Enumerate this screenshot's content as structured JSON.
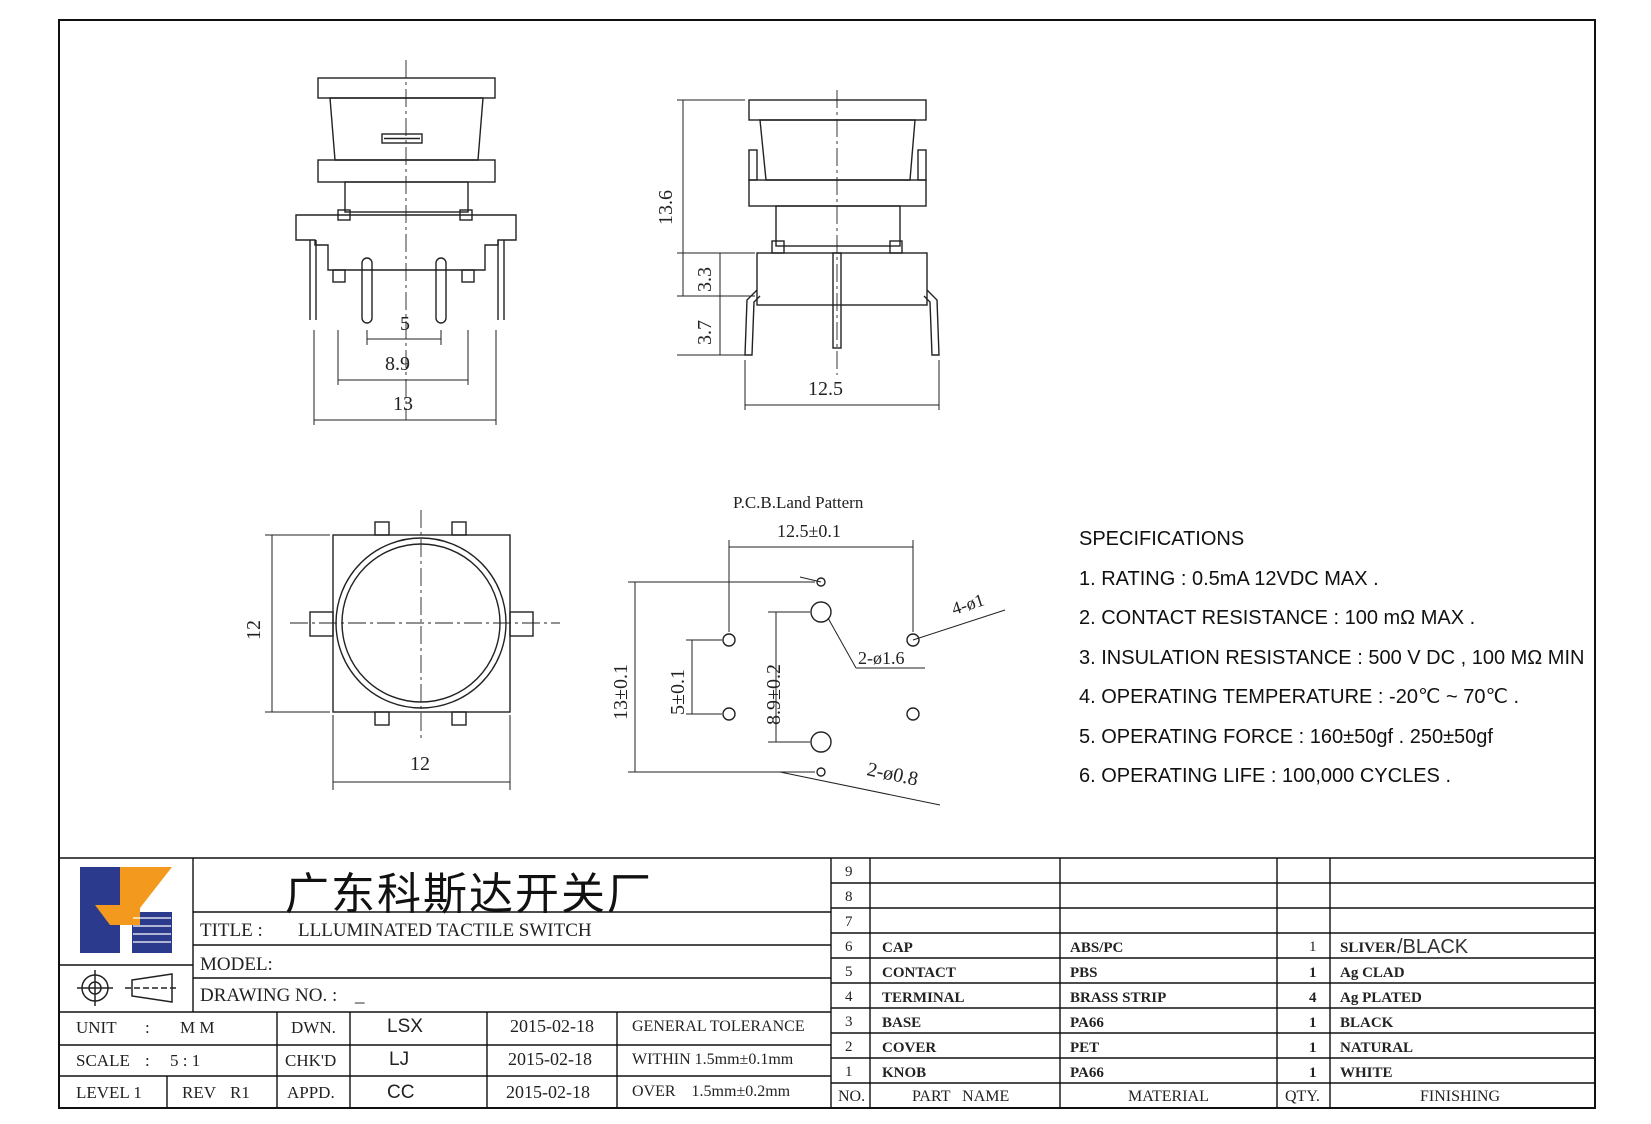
{
  "drawing": {
    "dimensions": {
      "front_pin_pitch": "5",
      "front_inner_width": "8.9",
      "front_total_width": "13",
      "side_height_total": "13.6",
      "side_body_height": "3.3",
      "side_pin_length": "3.7",
      "side_width": "12.5",
      "top_height": "12",
      "top_width": "12"
    },
    "pcb": {
      "title": "P.C.B.Land Pattern",
      "width": "12.5±0.1",
      "height": "13±0.1",
      "pitch_small": "5±0.1",
      "pitch_mid": "8.9±0.2",
      "hole_a": "2-ø1.6",
      "hole_b": "4-ø1",
      "hole_c": "2-ø0.8"
    }
  },
  "specifications": {
    "heading": "SPECIFICATIONS",
    "items": [
      "1. RATING : 0.5mA 12VDC MAX .",
      "2. CONTACT RESISTANCE : 100 mΩ MAX .",
      "3. INSULATION RESISTANCE : 500 V DC , 100 MΩ MIN",
      "4. OPERATING TEMPERATURE : -20℃ ~ 70℃ .",
      "5. OPERATING FORCE : 160±50gf . 250±50gf",
      "6. OPERATING LIFE : 100,000 CYCLES ."
    ]
  },
  "titleblock": {
    "company": "广东科斯达开关厂",
    "title_label": "TITLE :",
    "title_value": "LLLUMINATED TACTILE SWITCH",
    "model_label": "MODEL:",
    "drawing_no_label": "DRAWING NO. :",
    "drawing_no_value": "_",
    "unit_label": "UNIT",
    "unit_sep": ":",
    "unit_value": "M M",
    "scale_label": "SCALE",
    "scale_sep": ":",
    "scale_value": "5 : 1",
    "level_label": "LEVEL 1",
    "rev_label": "REV",
    "rev_value": "R1",
    "dwn_label": "DWN.",
    "dwn_name": "LSX",
    "dwn_date": "2015-02-18",
    "chk_label": "CHK'D",
    "chk_name": "LJ",
    "chk_date": "2015-02-18",
    "appd_label": "APPD.",
    "appd_name": "CC",
    "appd_date": "2015-02-18",
    "tol_heading": "GENERAL TOLERANCE",
    "tol_within": "WITHIN 1.5mm±0.1mm",
    "tol_over": "OVER    1.5mm±0.2mm"
  },
  "bom": {
    "headers": {
      "no": "NO.",
      "part": "PART   NAME",
      "material": "MATERIAL",
      "qty": "QTY.",
      "finishing": "FINISHING"
    },
    "empty_rows": [
      "9",
      "8",
      "7"
    ],
    "rows": [
      {
        "no": "6",
        "part": "CAP",
        "material": "ABS/PC",
        "qty": "1",
        "finishing": "SLIVER",
        "finishing_extra": "/BLACK"
      },
      {
        "no": "5",
        "part": "CONTACT",
        "material": "PBS",
        "qty": "1",
        "finishing": "Ag CLAD",
        "finishing_extra": ""
      },
      {
        "no": "4",
        "part": "TERMINAL",
        "material": "BRASS STRIP",
        "qty": "4",
        "finishing": "Ag PLATED",
        "finishing_extra": ""
      },
      {
        "no": "3",
        "part": "BASE",
        "material": "PA66",
        "qty": "1",
        "finishing": "BLACK",
        "finishing_extra": ""
      },
      {
        "no": "2",
        "part": "COVER",
        "material": "PET",
        "qty": "1",
        "finishing": "NATURAL",
        "finishing_extra": ""
      },
      {
        "no": "1",
        "part": "KNOB",
        "material": "PA66",
        "qty": "1",
        "finishing": "WHITE",
        "finishing_extra": ""
      }
    ]
  }
}
